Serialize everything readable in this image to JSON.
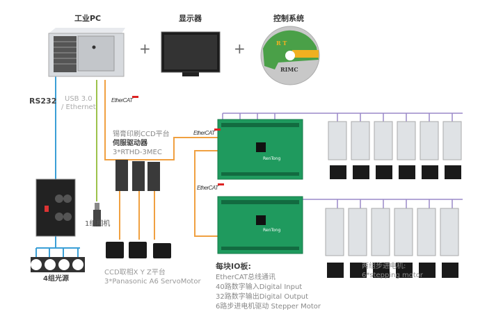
{
  "top": {
    "pc_label": "工业PC",
    "monitor_label": "显示器",
    "control_label": "控制系统",
    "plus": "+",
    "cd_logo_top": "R T",
    "cd_logo_bottom": "RIMC"
  },
  "links": {
    "rs232": "RS232",
    "usb_line1": "USB 3.0",
    "usb_line2": "/ Ethernet",
    "ethercat": "EtherCAT"
  },
  "servo_driver": {
    "line1": "锡膏印刷CCD平台",
    "line2": "伺服驱动器",
    "line3": "3*RTHD-3MEC"
  },
  "camera": {
    "label": "1组相机"
  },
  "light": {
    "label": "4组光源"
  },
  "servo_motor": {
    "line1": "CCD取相X Y Z平台",
    "line2": "3*Panasonic A6 ServoMotor"
  },
  "io_board": {
    "title": "每块IO板:",
    "brand": "RenTong",
    "features": [
      "EtherCAT总线通讯",
      "40路数字输入Digital Input",
      "32路数字输出Digital Output",
      "6路步进电机驱动 Stepper Motor"
    ]
  },
  "stepper": {
    "line1": "两组步进电机:",
    "line2": "6*stepping motor"
  },
  "colors": {
    "rs232": "#3a9fd6",
    "usb": "#9cc24a",
    "ethercat": "#f0a040",
    "bus": "#9a88c8",
    "board": "#1f9a5e"
  }
}
